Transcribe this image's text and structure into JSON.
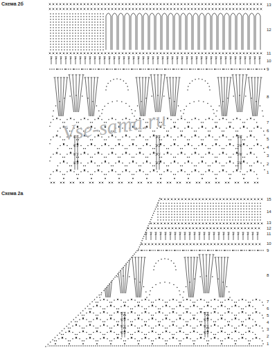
{
  "diagram": {
    "labels": [
      "Схема 2б",
      "13",
      "12",
      "11",
      "10",
      "9",
      "8",
      "7",
      "6",
      "5",
      "4",
      "3",
      "2",
      "1",
      "Vse-sama.ru",
      "Схема 2а",
      "15",
      "14",
      "13",
      "12",
      "11",
      "10",
      "9",
      "8",
      "7",
      "6",
      "5",
      "4",
      "3",
      "2",
      "1"
    ]
  }
}
